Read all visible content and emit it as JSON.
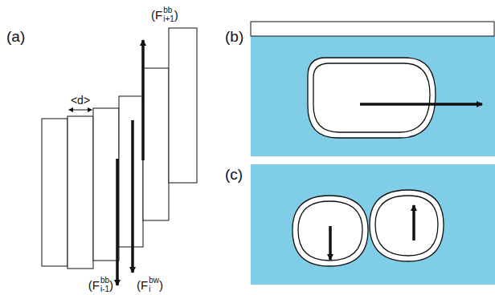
{
  "diagram": {
    "labels": [
      "(a)",
      "(b)",
      "(c)",
      "<d>",
      "(F",
      "bb",
      "i+1",
      ")",
      "(F",
      "bw",
      "i",
      ")",
      "(F",
      "bb",
      "i-1",
      ")"
    ]
  }
}
